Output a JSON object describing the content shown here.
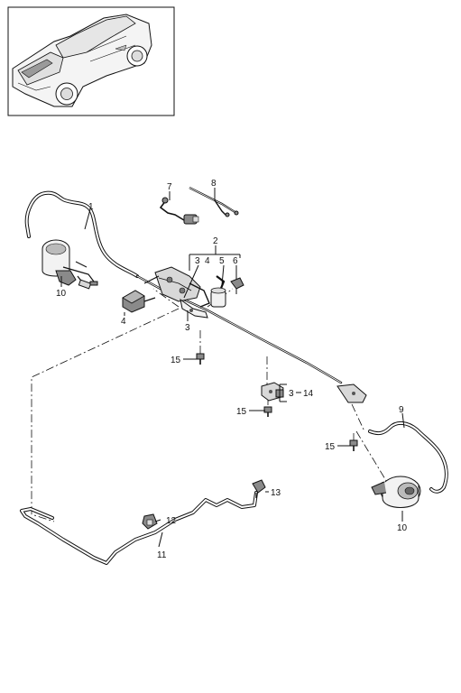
{
  "diagram": {
    "callouts": {
      "c1": "1",
      "c2": "2",
      "c3a": "3",
      "c4a": "4",
      "c5": "5",
      "c6": "6",
      "c3b": "3",
      "c4b": "4",
      "c7": "7",
      "c8": "8",
      "c9": "9",
      "c10a": "10",
      "c10b": "10",
      "c11": "11",
      "c12": "12",
      "c13": "13",
      "c14": "14",
      "c3c": "3",
      "c15a": "15",
      "c15b": "15",
      "c15c": "15"
    }
  }
}
